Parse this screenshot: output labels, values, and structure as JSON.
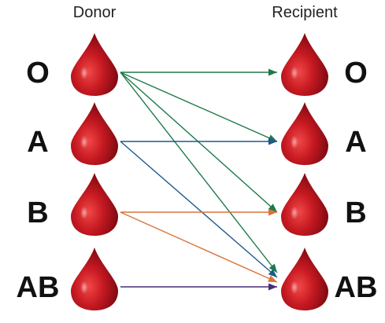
{
  "headers": {
    "donor": "Donor",
    "recipient": "Recipient"
  },
  "donor_types": [
    "O",
    "A",
    "B",
    "AB"
  ],
  "recipient_types": [
    "O",
    "A",
    "B",
    "AB"
  ],
  "compatibility": [
    {
      "from": "O",
      "to": "O",
      "color": "#1e7a48"
    },
    {
      "from": "O",
      "to": "A",
      "color": "#1e7a48"
    },
    {
      "from": "O",
      "to": "B",
      "color": "#1e7a48"
    },
    {
      "from": "O",
      "to": "AB",
      "color": "#1e7a48"
    },
    {
      "from": "A",
      "to": "A",
      "color": "#1e5a8c"
    },
    {
      "from": "A",
      "to": "AB",
      "color": "#1e5a8c"
    },
    {
      "from": "B",
      "to": "B",
      "color": "#d8733a"
    },
    {
      "from": "B",
      "to": "AB",
      "color": "#d8733a"
    },
    {
      "from": "AB",
      "to": "AB",
      "color": "#4b2c7a"
    }
  ],
  "icons": {
    "drop": "blood-drop-icon"
  },
  "colors": {
    "drop_light": "#e23a3a",
    "drop_dark": "#8c0a12"
  }
}
